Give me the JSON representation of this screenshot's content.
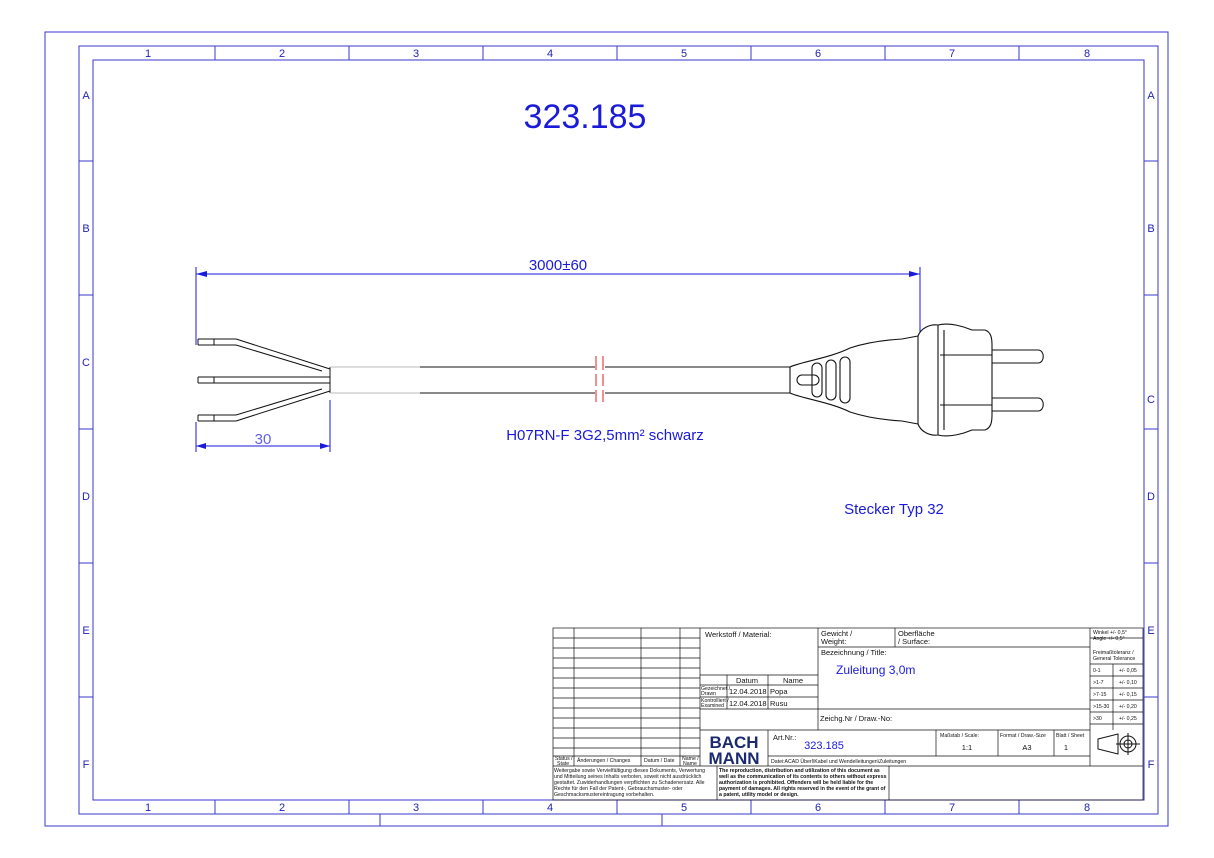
{
  "drawing": {
    "title_number": "323.185",
    "length_dimension": "3000±60",
    "strip_dimension": "30",
    "cable_spec": "H07RN-F 3G2,5mm² schwarz",
    "plug_label": "Stecker Typ 32"
  },
  "grid": {
    "columns": [
      "1",
      "2",
      "3",
      "4",
      "5",
      "6",
      "7",
      "8"
    ],
    "rows": [
      "A",
      "B",
      "C",
      "D",
      "E",
      "F"
    ]
  },
  "title_block": {
    "material_label": "Werkstoff / Material:",
    "weight_label_1": "Gewicht /",
    "weight_label_2": "Weight:",
    "surface_label_1": "Oberfläche",
    "surface_label_2": "/ Surface:",
    "title_label": "Bezeichnung / Title:",
    "title_value": "Zuleitung 3,0m",
    "drawing_no_label": "Zeichg.Nr / Draw.-No:",
    "date_header": "Datum",
    "name_header": "Name",
    "drawn_label_1": "Gezeichnet /",
    "drawn_label_2": "Drawn",
    "drawn_date": "12.04.2018",
    "drawn_name": "Popa",
    "checked_label_1": "Kontrolliert /",
    "checked_label_2": "Examined",
    "checked_date": "12.04.2018",
    "checked_name": "Rusu",
    "logo_top": "BACH",
    "logo_bottom": "MANN",
    "article_label": "Art.Nr.:",
    "article_value": "323.185",
    "scale_label": "Maßstab / Scale:",
    "scale_value": "1:1",
    "format_label": "Format / Draw.-Size",
    "format_value": "A3",
    "sheet_label": "Blatt / Sheet",
    "sheet_value": "1",
    "file_path": "Datei:ACAD Überl\\Kabel und Wendelleitungen\\Zuleitungen",
    "status_label_1": "Status /",
    "status_label_2": "State",
    "changes_label": "Änderungen / Changes",
    "rev_date_label": "Datum / Date",
    "rev_name_label_1": "Name /",
    "rev_name_label_2": "Name",
    "notice_de": [
      "Weitergabe sowie Vervielfältigung dieses Dokuments, Verwertung",
      "und Mitteilung seines Inhalts verboten, soweit nicht ausdrücklich",
      "gestattet. Zuwiderhandlungen verpflichten zu Schadenersatz. Alle",
      "Rechte für den Fall der Patent-, Gebrauchsmuster- oder",
      "Geschmacksmustereintragung vorbehalten."
    ],
    "notice_en": [
      "The reproduction, distribution and utilization of this document as",
      "well as the communication of its contents to others without express",
      "authorization is prohibited. Offenders will be held liable for the",
      "payment of damages. All rights reserved in the event of the grant of",
      "a patent, utility model or design."
    ],
    "angle_tol_1": "Winkel +/- 0,5°",
    "angle_tol_2": "Angle +/- 0,5°",
    "gen_tol_1": "Freimaßtoleranz /",
    "gen_tol_2": "General Tolerance",
    "tolerances": [
      {
        "range": "0-1",
        "tol": "+/- 0,05"
      },
      {
        "range": ">1-7",
        "tol": "+/- 0,10"
      },
      {
        "range": ">7-15",
        "tol": "+/- 0,15"
      },
      {
        "range": ">15-30",
        "tol": "+/- 0,20"
      },
      {
        "range": ">30",
        "tol": "+/- 0,25"
      }
    ]
  }
}
